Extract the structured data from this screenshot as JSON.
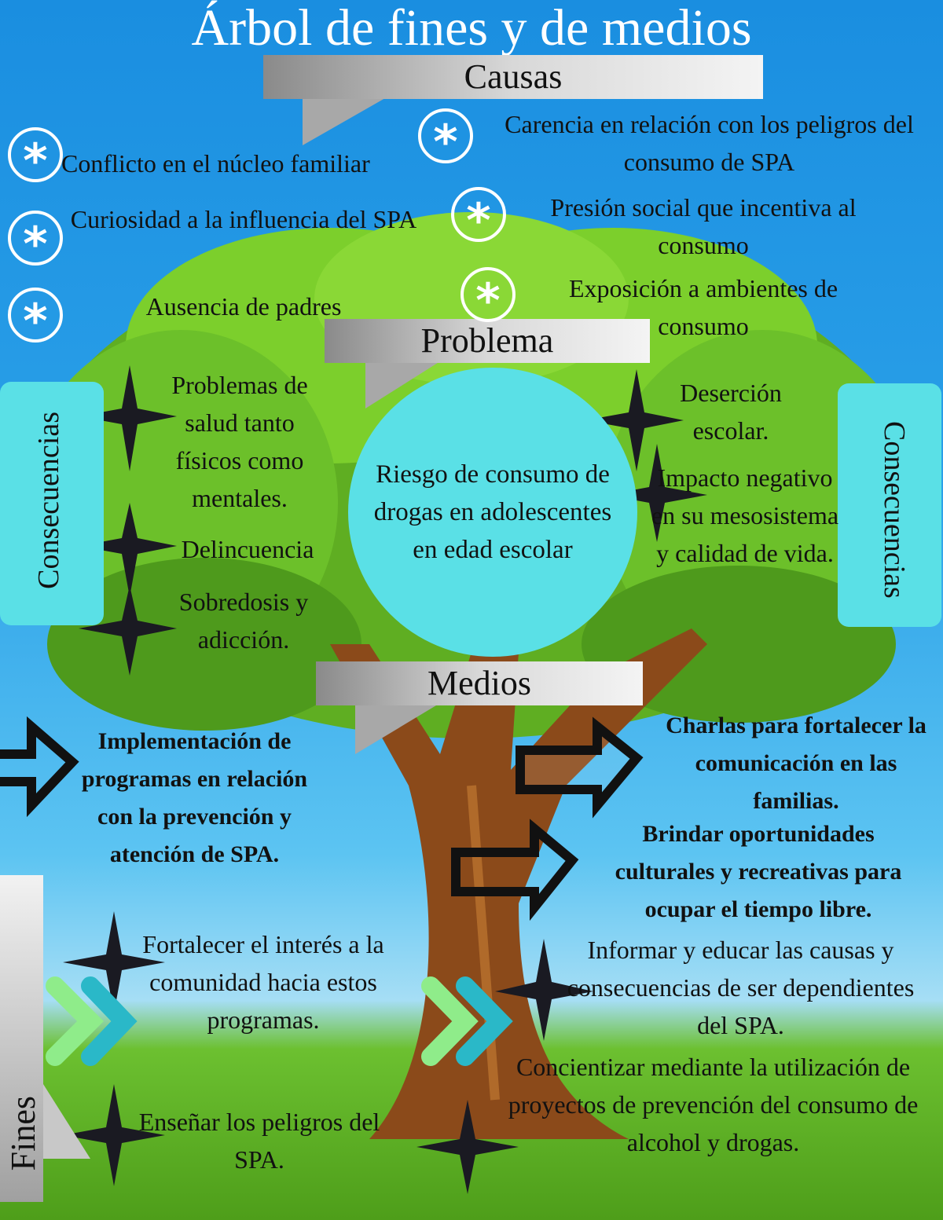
{
  "title": "Árbol de fines y de medios",
  "causas": {
    "label": "Causas",
    "items": [
      "Conflicto en el núcleo familiar",
      "Curiosidad a la influencia del SPA",
      "Ausencia de padres",
      "Carencia en relación con los peligros del consumo de SPA",
      "Presión social que incentiva al consumo",
      "Exposición a ambientes de consumo"
    ]
  },
  "problema": {
    "label": "Problema",
    "text": "Riesgo de consumo de drogas en adolescentes en edad escolar"
  },
  "consecuencias": {
    "label": "Consecuencias",
    "left": [
      "Problemas de salud tanto físicos como mentales.",
      "Delincuencia",
      "Sobredosis y adicción."
    ],
    "right": [
      "Deserción escolar.",
      "Impacto negativo en su mesosistema y calidad de vida."
    ]
  },
  "medios": {
    "label": "Medios",
    "items": [
      "Implementación de programas en relación con la prevención y atención de SPA.",
      "Charlas para fortalecer la comunicación en las familias.",
      "Brindar oportunidades culturales y recreativas para ocupar el tiempo libre."
    ]
  },
  "fines": {
    "label": "Fines",
    "items": [
      "Fortalecer el interés a la comunidad hacia estos programas.",
      "Enseñar los peligros del SPA.",
      "Informar y educar las causas y consecuencias de ser dependientes del SPA.",
      "Concientizar mediante la utilización de proyectos de prevención del consumo de alcohol y drogas."
    ]
  },
  "colors": {
    "accent": "#5ae0e6",
    "foliage": "#6cc02a",
    "trunk": "#8b4a1a"
  },
  "icons": {
    "cause_bullet": "asterisk-circle-icon",
    "consequence_bullet": "four-point-star-icon",
    "medio_bullet": "arrow-right-icon",
    "fin_bullet": "double-chevron-icon"
  }
}
